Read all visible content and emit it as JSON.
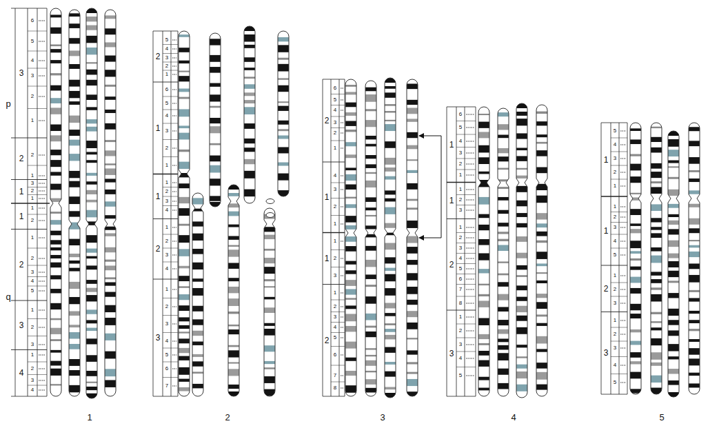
{
  "diagram": {
    "labels": [
      "p",
      "q",
      "3",
      "6",
      "5",
      "4",
      "3",
      "2",
      "1",
      "2",
      "2",
      "1",
      "1",
      "3",
      "2",
      "1",
      "1",
      "1",
      "2",
      "2",
      "1",
      "2",
      "3",
      "4",
      "5",
      "3",
      "1",
      "2",
      "3",
      "4",
      "1",
      "2",
      "3",
      "4",
      "1",
      "2",
      "5",
      "4",
      "3",
      "2",
      "1",
      "1",
      "6",
      "5",
      "4",
      "3",
      "2",
      "1",
      "1",
      "1",
      "2",
      "3",
      "4",
      "2",
      "1",
      "2",
      "3",
      "4",
      "3",
      "1",
      "2",
      "3",
      "4",
      "5",
      "6",
      "7",
      "2",
      "2",
      "6",
      "5",
      "4",
      "3",
      "2",
      "1",
      "1",
      "4",
      "3",
      "2",
      "1",
      "1",
      "1",
      "2",
      "3",
      "2",
      "1",
      "2",
      "3",
      "4",
      "5",
      "6",
      "7",
      "8",
      "3",
      "1",
      "6",
      "5",
      "4",
      "3",
      "2",
      "1",
      "1",
      "1",
      "2",
      "3",
      "2",
      "1",
      "2",
      "3",
      "4",
      "5",
      "6",
      "7",
      "8",
      "3",
      "1",
      "2",
      "3",
      "4",
      "5",
      "4",
      "1",
      "5",
      "4",
      "3",
      "2",
      "1",
      "1",
      "1",
      "2",
      "3",
      "4",
      "5",
      "2",
      "1",
      "2",
      "3",
      "3",
      "1",
      "2",
      "3",
      "4",
      "5",
      "5"
    ]
  }
}
